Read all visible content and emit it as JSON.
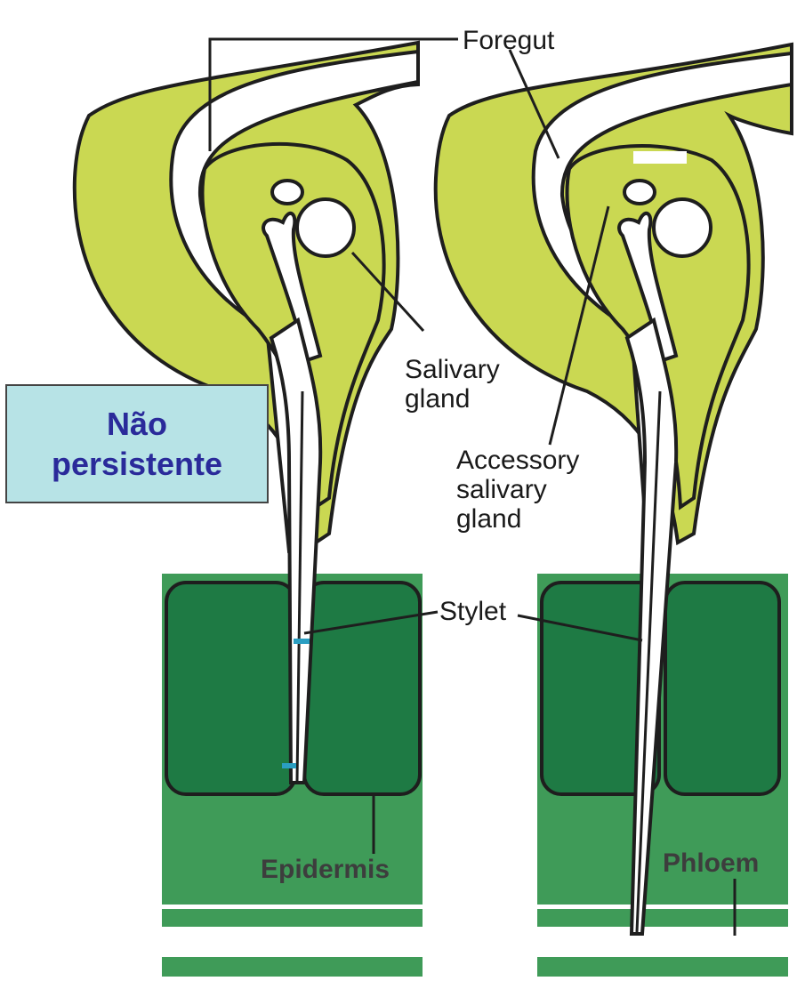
{
  "badge": {
    "line1": "Não",
    "line2": "persistente"
  },
  "labels": {
    "foregut": "Foregut",
    "salivary_gland_1": "Salivary",
    "salivary_gland_2": "gland",
    "accessory_1": "Accessory",
    "accessory_2": "salivary",
    "accessory_3": "gland",
    "stylet": "Stylet",
    "epidermis": "Epidermis",
    "phloem": "Phloem"
  },
  "colors": {
    "head_fill": "#cad852",
    "outline": "#1e1e1e",
    "epidermis_cell": "#1e7a44",
    "tissue_light": "#3f9b58",
    "badge_bg": "#b7e3e6",
    "badge_text": "#2a2a9a"
  }
}
